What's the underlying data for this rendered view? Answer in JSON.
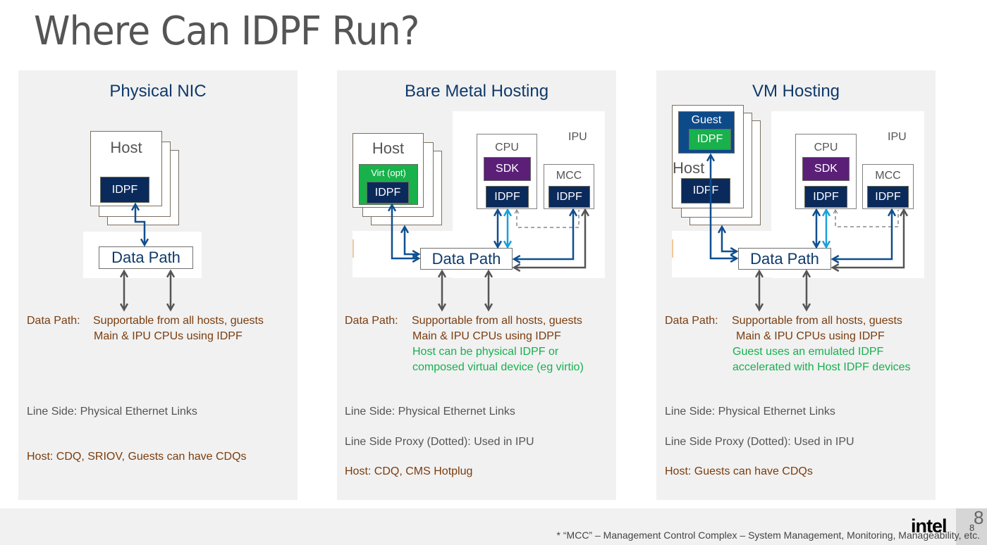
{
  "slide": {
    "title": "Where Can IDPF Run?",
    "page_number": "8",
    "logo": "intel",
    "footnote": "* “MCC” – Management Control Complex – System Management, Monitoring, Manageability, etc."
  },
  "colors": {
    "idpf_box": "#0b2a5c",
    "sdk_box": "#5b1f78",
    "virt_box": "#19b14c",
    "guest_box": "#0d4a8a",
    "panel_title": "#0f3a6b",
    "note_brown": "#7b3d0e",
    "note_green": "#16b050",
    "arrow_blue": "#0f4f8f",
    "arrow_light_blue": "#1aa0d8",
    "arrow_gray": "#555555"
  },
  "panels": [
    {
      "title": "Physical NIC",
      "diagram": {
        "host_label": "Host",
        "idpf_label": "IDPF",
        "data_path_label": "Data Path"
      },
      "notes": {
        "data_path_label": "Data Path:",
        "data_path_lines": [
          "Supportable from all hosts, guests",
          "Main & IPU CPUs using IDPF"
        ],
        "green_lines": [],
        "line_side": "Line Side: Physical Ethernet Links",
        "line_side_proxy": "",
        "host": "Host: CDQ, SRIOV, Guests can have CDQs"
      }
    },
    {
      "title": "Bare Metal Hosting",
      "diagram": {
        "host_label": "Host",
        "virt_label": "Virt (opt)",
        "idpf_label": "IDPF",
        "ipu_label": "IPU",
        "cpu_label": "CPU",
        "sdk_label": "SDK",
        "mcc_label": "MCC",
        "data_path_label": "Data Path"
      },
      "notes": {
        "data_path_label": "Data Path:",
        "data_path_lines": [
          "Supportable from all hosts, guests",
          "Main & IPU CPUs using IDPF"
        ],
        "green_lines": [
          "Host can be physical IDPF or",
          "composed virtual device (eg virtio)"
        ],
        "line_side": "Line Side: Physical Ethernet Links",
        "line_side_proxy": "Line Side Proxy (Dotted):  Used in IPU",
        "host": "Host:  CDQ, CMS Hotplug"
      }
    },
    {
      "title": "VM Hosting",
      "diagram": {
        "guest_label": "Guest",
        "host_label": "Host",
        "idpf_label": "IDPF",
        "ipu_label": "IPU",
        "cpu_label": "CPU",
        "sdk_label": "SDK",
        "mcc_label": "MCC",
        "data_path_label": "Data Path"
      },
      "notes": {
        "data_path_label": "Data Path:",
        "data_path_lines": [
          "Supportable from all hosts, guests",
          "Main & IPU CPUs using IDPF"
        ],
        "green_lines": [
          "Guest uses an emulated IDPF",
          "accelerated with Host IDPF devices"
        ],
        "line_side": "Line Side: Physical Ethernet Links",
        "line_side_proxy": "Line Side Proxy (Dotted):  Used in IPU",
        "host": "Host:  Guests can have CDQs"
      }
    }
  ]
}
